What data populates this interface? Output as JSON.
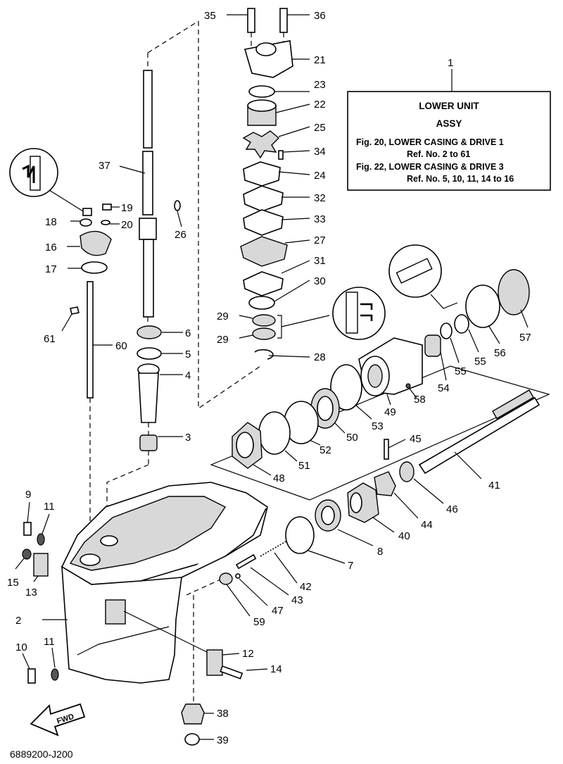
{
  "info_box": {
    "ref": "1",
    "line1": "LOWER UNIT",
    "line2": "ASSY",
    "line3": "Fig. 20, LOWER CASING & DRIVE 1",
    "line4": "Ref. No. 2 to 61",
    "line5": "Fig. 22, LOWER CASING & DRIVE 3",
    "line6": "Ref. No. 5, 10, 11, 14 to 16"
  },
  "fwd_label": "FWD",
  "drawing_code": "6889200-J200",
  "callouts": {
    "c2": "2",
    "c3": "3",
    "c4": "4",
    "c5": "5",
    "c6": "6",
    "c7": "7",
    "c8": "8",
    "c9": "9",
    "c10": "10",
    "c11a": "11",
    "c11b": "11",
    "c12": "12",
    "c13": "13",
    "c14": "14",
    "c15": "15",
    "c16": "16",
    "c17": "17",
    "c18": "18",
    "c19": "19",
    "c20": "20",
    "c21": "21",
    "c22": "22",
    "c23": "23",
    "c24": "24",
    "c25": "25",
    "c26": "26",
    "c27": "27",
    "c28": "28",
    "c29a": "29",
    "c29b": "29",
    "c30": "30",
    "c31": "31",
    "c32": "32",
    "c33": "33",
    "c34": "34",
    "c35": "35",
    "c36": "36",
    "c37": "37",
    "c38": "38",
    "c39": "39",
    "c40": "40",
    "c41": "41",
    "c42": "42",
    "c43": "43",
    "c44": "44",
    "c45": "45",
    "c46": "46",
    "c47": "47",
    "c48": "48",
    "c49": "49",
    "c50": "50",
    "c51": "51",
    "c52": "52",
    "c53": "53",
    "c54": "54",
    "c55a": "55",
    "c55b": "55",
    "c56": "56",
    "c57": "57",
    "c58": "58",
    "c59": "59",
    "c60": "60",
    "c61": "61"
  }
}
